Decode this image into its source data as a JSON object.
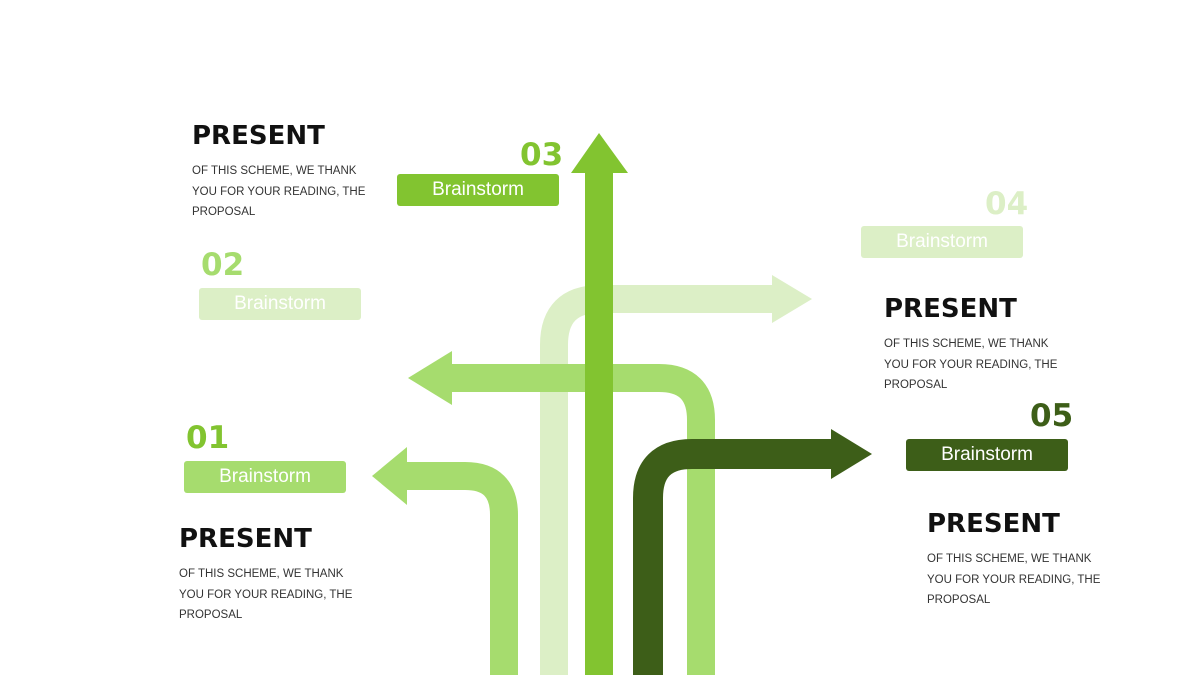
{
  "colors": {
    "light": "#dcefc6",
    "medium": "#a6dc6e",
    "bright": "#82c430",
    "dark": "#3d5e18",
    "text": "#111111"
  },
  "steps": [
    {
      "number": "01",
      "label": "Brainstorm",
      "heading": "PRESENT",
      "description": "OF THIS SCHEME, WE THANK YOU FOR YOUR READING, THE PROPOSAL"
    },
    {
      "number": "02",
      "label": "Brainstorm"
    },
    {
      "number": "03",
      "label": "Brainstorm",
      "heading": "PRESENT",
      "description": "OF THIS SCHEME, WE THANK YOU FOR YOUR READING, THE PROPOSAL"
    },
    {
      "number": "04",
      "label": "Brainstorm",
      "heading": "PRESENT",
      "description": "OF THIS SCHEME, WE THANK YOU FOR YOUR READING, THE PROPOSAL"
    },
    {
      "number": "05",
      "label": "Brainstorm",
      "heading": "PRESENT",
      "description": "OF THIS SCHEME, WE THANK YOU FOR YOUR READING, THE PROPOSAL"
    }
  ]
}
